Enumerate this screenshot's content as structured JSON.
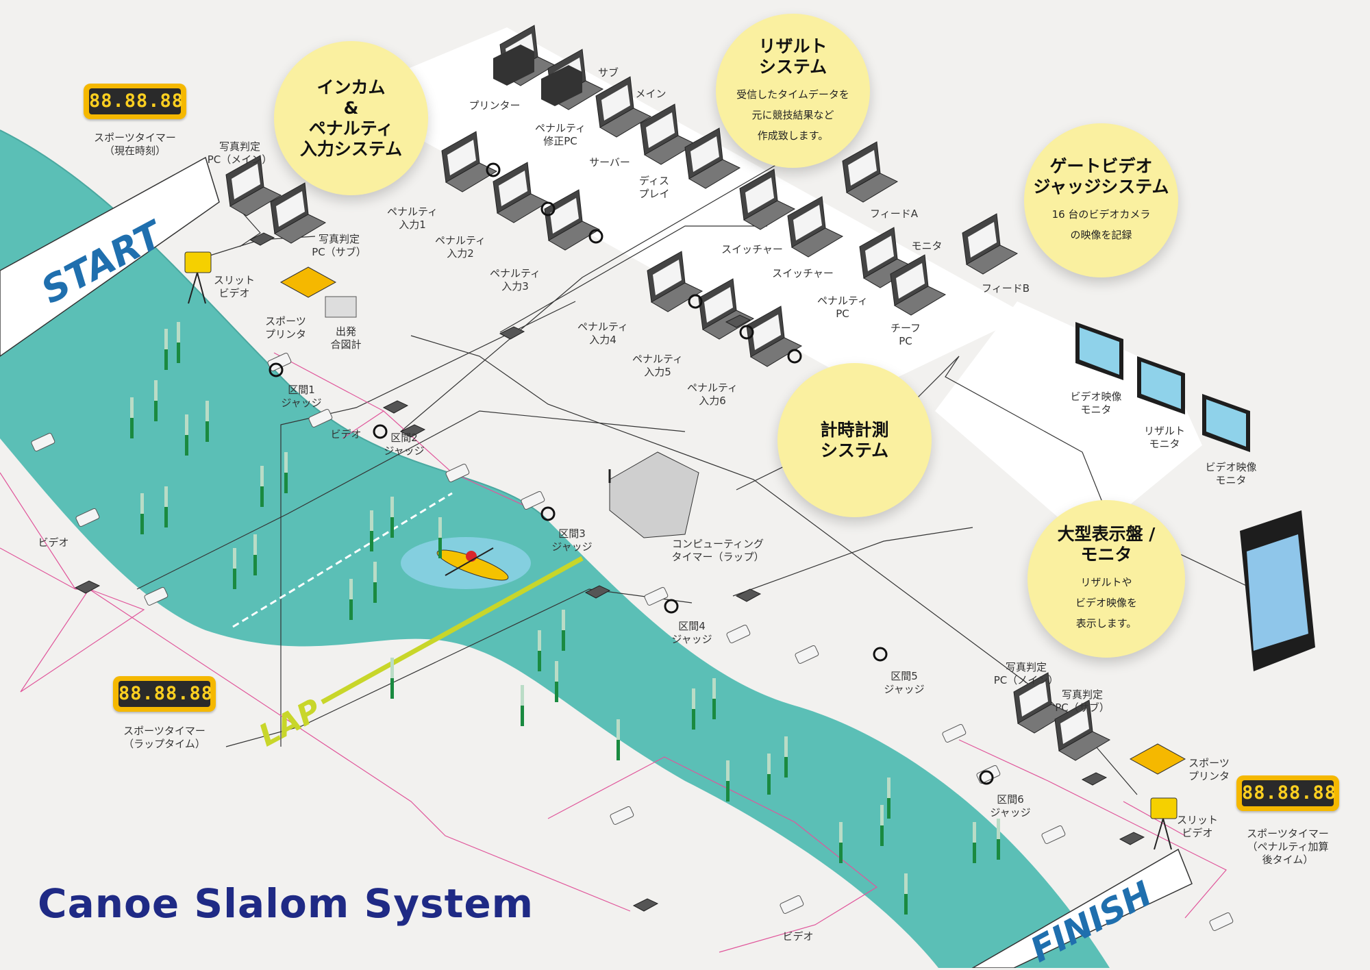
{
  "title": "Canoe Slalom System",
  "banners": {
    "start": "START",
    "finish": "FINISH",
    "lap": "LAP"
  },
  "circles": [
    {
      "id": "intercom",
      "title": "インカム\n&\nペナルティ\n入力システム",
      "body": ""
    },
    {
      "id": "result",
      "title": "リザルト\nシステム",
      "body": "受信したタイムデータを\n元に競技結果など\n作成致します。"
    },
    {
      "id": "gate-video",
      "title": "ゲートビデオ\nジャッジシステム",
      "body": "16 台のビデオカメラ\nの映像を記録"
    },
    {
      "id": "timing",
      "title": "計時計測\nシステム",
      "body": ""
    },
    {
      "id": "display",
      "title": "大型表示盤 /\nモニタ",
      "body": "リザルトや\nビデオ映像を\n表示します。"
    }
  ],
  "timers": [
    {
      "id": "timer-current",
      "display": "88.88.88",
      "label": "スポーツタイマー\n（現在時刻）"
    },
    {
      "id": "timer-lap",
      "display": "88.88.88",
      "label": "スポーツタイマー\n（ラップタイム）"
    },
    {
      "id": "timer-penalty",
      "display": "88.88.88",
      "label": "スポーツタイマー\n（ペナルティ加算後タイム）"
    }
  ],
  "labels": {
    "photo_main_start": "写真判定\nPC（メイン）",
    "photo_sub_start": "写真判定\nPC（サブ）",
    "slit_video_start": "スリット\nビデオ",
    "sports_printer_start": "スポーツ\nプリンタ",
    "start_signal": "出発\n合図計",
    "judge1": "区間1\nジャッジ",
    "judge2": "区間2\nジャッジ",
    "judge3": "区間3\nジャッジ",
    "judge4": "区間4\nジャッジ",
    "judge5": "区間5\nジャッジ",
    "judge6": "区間6\nジャッジ",
    "video_a": "ビデオ",
    "video_b": "ビデオ",
    "video_c": "ビデオ",
    "computing_timer": "コンピューティング\nタイマー（ラップ）",
    "printer": "プリンター",
    "penalty_fix_pc": "ペナルティ\n修正PC",
    "sub": "サブ",
    "main": "メイン",
    "server": "サーバー",
    "display_pc": "ディス\nプレイ",
    "penalty_in1": "ペナルティ\n入力1",
    "penalty_in2": "ペナルティ\n入力2",
    "penalty_in3": "ペナルティ\n入力3",
    "penalty_in4": "ペナルティ\n入力4",
    "penalty_in5": "ペナルティ\n入力5",
    "penalty_in6": "ペナルティ\n入力6",
    "feed_a": "フィードA",
    "monitor": "モニタ",
    "feed_b": "フィードB",
    "switcher1": "スイッチャー",
    "switcher2": "スイッチャー",
    "penalty_pc": "ペナルティ\nPC",
    "chief_pc": "チーフ\nPC",
    "video_monitor1": "ビデオ映像\nモニタ",
    "result_monitor": "リザルト\nモニタ",
    "video_monitor2": "ビデオ映像\nモニタ",
    "photo_main_finish": "写真判定\nPC（メイン）",
    "photo_sub_finish": "写真判定\nPC（サブ）",
    "sports_printer_finish": "スポーツ\nプリンタ",
    "slit_video_finish": "スリット\nビデオ"
  },
  "colors": {
    "river": "#5bbfb6",
    "circle": "#faf0a0",
    "title": "#1f2a85",
    "banner_text": "#1f6fae",
    "network_line": "#333333",
    "video_line": "#e0559a",
    "lap_line": "#c8d62a",
    "timer": "#f5b800"
  }
}
